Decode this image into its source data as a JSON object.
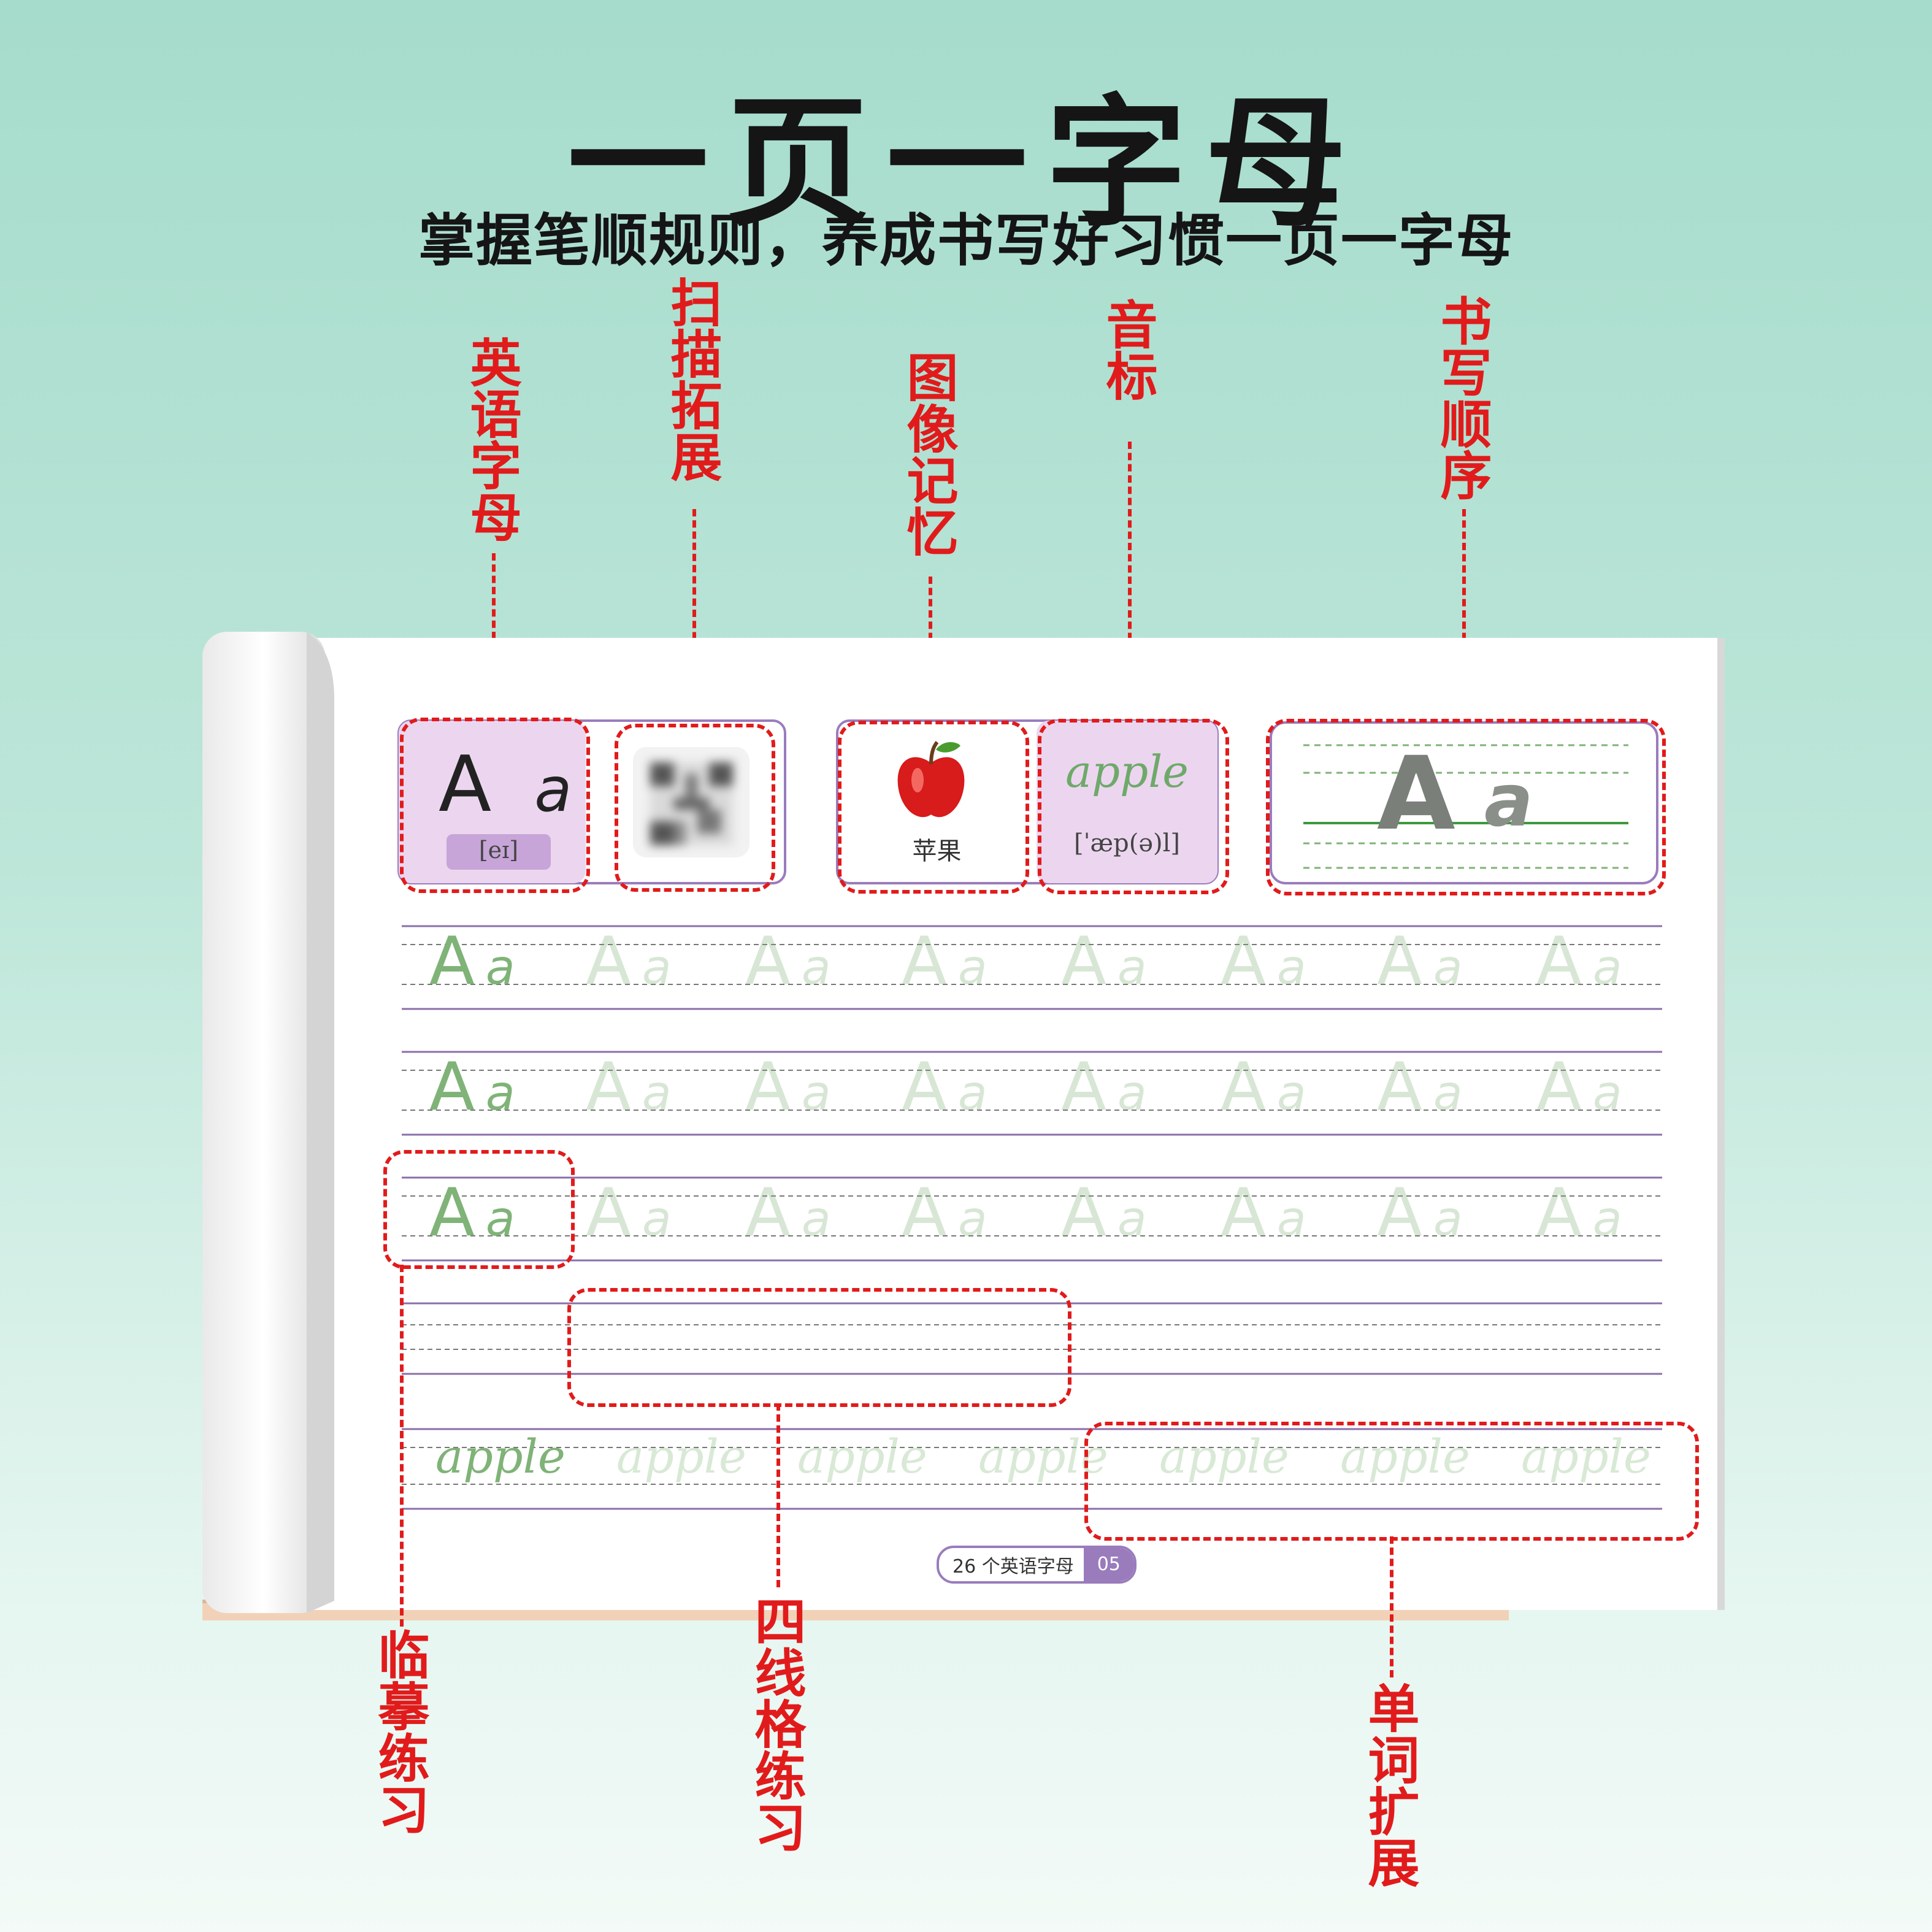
{
  "title": "一页一字母",
  "subtitle": "掌握笔顺规则，养成书写好习惯一页一字母",
  "callouts": {
    "english_letter": "英语字母",
    "scan_extend": "扫描拓展",
    "image_memory": "图像记忆",
    "phonetic": "音标",
    "stroke_order": "书写顺序",
    "copy_practice": "临摹练习",
    "four_line_practice": "四线格练习",
    "word_extension": "单词扩展"
  },
  "page": {
    "letter_upper": "A",
    "letter_lower": "a",
    "letter_phonetic": "[eɪ]",
    "picture_word_cn": "苹果",
    "word": "apple",
    "word_phonetic": "[ˈæp(ə)l]",
    "footer_label": "26 个英语字母",
    "footer_page": "05"
  },
  "colors": {
    "callout_red": "#e11b1b",
    "card_pink": "#ecd6ef",
    "trace_green": "#7fb377",
    "line_purple": "#8a6fa8"
  },
  "icons": [
    "qr-code-icon",
    "apple-icon"
  ]
}
